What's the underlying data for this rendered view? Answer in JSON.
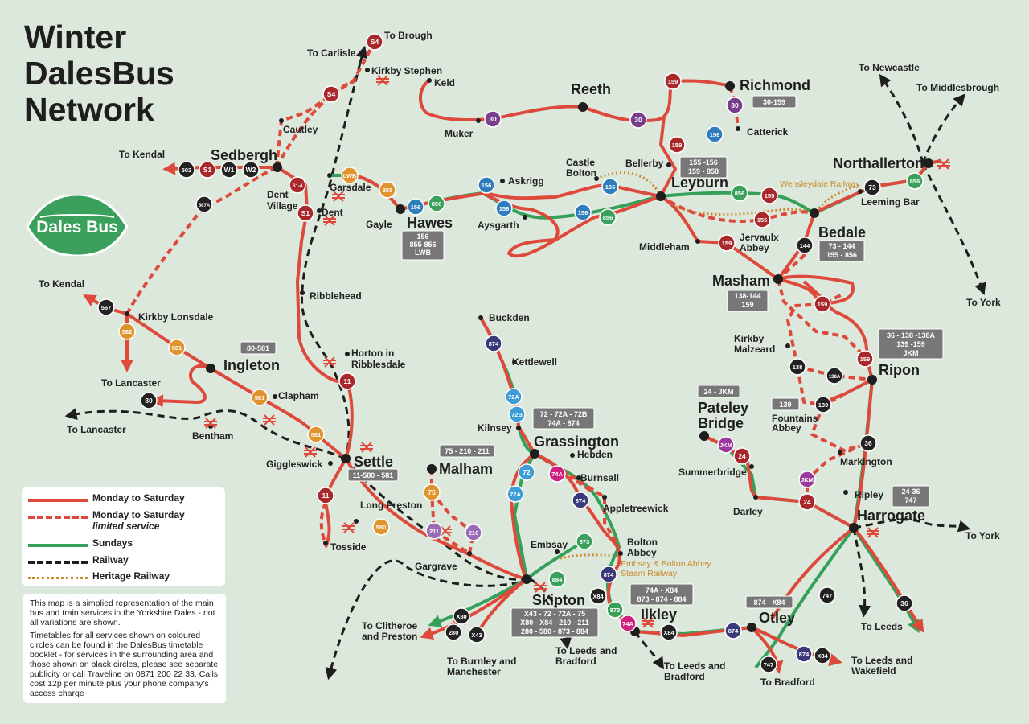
{
  "title": {
    "line1": "Winter",
    "line2": "DalesBus",
    "line3": "Network"
  },
  "logo": {
    "text": "Dales Bus"
  },
  "colors": {
    "background": "#dde8dc",
    "weekday_line": "#dd4a3c",
    "sunday_line": "#34a05a",
    "railway": "#1e1e1e",
    "heritage": "#c98a2a",
    "route_red": "#a8282c",
    "route_orange": "#e0942e",
    "route_blue": "#2f7dbd",
    "route_green": "#3aa05b",
    "route_purple": "#7a3c8c",
    "route_violet": "#9b6cb6",
    "route_magenta": "#d0217f",
    "route_navy": "#3a3878",
    "route_light_blue": "#3e9cd6",
    "route_black": "#222222",
    "route_jkm": "#9b3a9c"
  },
  "legend": {
    "items": [
      {
        "label": "Monday to Saturday",
        "style": "weekday"
      },
      {
        "label": "Monday to Saturday",
        "sub": "limited service",
        "style": "weekday_limited"
      },
      {
        "label": "Sundays",
        "style": "sunday"
      },
      {
        "label": "Railway",
        "style": "railway"
      },
      {
        "label": "Heritage Railway",
        "style": "heritage"
      }
    ]
  },
  "note": {
    "para1": "This map is a simplied representation of the main bus and train services in the Yorkshire Dales - not all variations are shown.",
    "para2": "Timetables for all services shown on coloured circles can be found in the DalesBus timetable booklet - for services in the surrounding area and those shown on black circles, please see separate publicity or call Traveline on 0871 200 22 33. Calls cost 12p per minute plus your phone company's access charge"
  },
  "towns": {
    "sedbergh": "Sedbergh",
    "reeth": "Reeth",
    "richmond": "Richmond",
    "leyburn": "Leyburn",
    "northallerton": "Northallerton",
    "hawes": "Hawes",
    "bedale": "Bedale",
    "masham": "Masham",
    "ripon": "Ripon",
    "ingleton": "Ingleton",
    "settle": "Settle",
    "malham": "Malham",
    "grassington": "Grassington",
    "pateley": "Pateley",
    "bridge": "Bridge",
    "harrogate": "Harrogate",
    "skipton": "Skipton",
    "ilkley": "Ilkley",
    "otley": "Otley"
  },
  "places": {
    "to_brough": "To Brough",
    "to_carlisle": "To Carlisle",
    "kirkby_stephen": "Kirkby Stephen",
    "keld": "Keld",
    "muker": "Muker",
    "catterick": "Catterick",
    "cautley": "Cautley",
    "to_kendal_1": "To Kendal",
    "dent_village_1": "Dent",
    "dent_village_2": "Village",
    "dent": "Dent",
    "garsdale": "Garsdale",
    "gayle": "Gayle",
    "askrigg": "Askrigg",
    "aysgarth": "Aysgarth",
    "castle": "Castle",
    "bolton": "Bolton",
    "bellerby": "Bellerby",
    "wensleydale_rly": "Wensleydale Railway",
    "leeming_bar": "Leeming Bar",
    "to_newcastle": "To Newcastle",
    "to_middlesbrough": "To Middlesbrough",
    "middleham": "Middleham",
    "jervaulx_1": "Jervaulx",
    "jervaulx_2": "Abbey",
    "to_york_1": "To York",
    "to_kendal_2": "To Kendal",
    "kirkby_lonsdale": "Kirkby Lonsdale",
    "ribblehead": "Ribblehead",
    "buckden": "Buckden",
    "kettlewell": "Kettlewell",
    "horton_1": "Horton in",
    "horton_2": "Ribblesdale",
    "kirkby_malzeard_1": "Kirkby",
    "kirkby_malzeard_2": "Malzeard",
    "to_lancaster_1": "To Lancaster",
    "clapham": "Clapham",
    "to_lancaster_2": "To Lancaster",
    "bentham": "Bentham",
    "kilnsey": "Kilnsey",
    "fountains_1": "Fountains",
    "fountains_2": "Abbey",
    "hebden": "Hebden",
    "giggleswick": "Giggleswick",
    "burnsall": "Burnsall",
    "summerbridge": "Summerbridge",
    "markington": "Markington",
    "long_preston": "Long Preston",
    "appletreewick": "Appletreewick",
    "darley": "Darley",
    "ripley": "Ripley",
    "to_york_2": "To York",
    "tosside": "Tosside",
    "embsay": "Embsay",
    "bolton_abbey_1": "Bolton",
    "bolton_abbey_2": "Abbey",
    "gargrave": "Gargrave",
    "embsay_rly_1": "Embsay & Bolton Abbey",
    "embsay_rly_2": "Steam Railway",
    "to_clitheroe_1": "To Clitheroe",
    "to_clitheroe_2": "and Preston",
    "to_burnley_1": "To Burnley and",
    "to_burnley_2": "Manchester",
    "to_leeds_b_1": "To Leeds and",
    "to_leeds_b_2": "Bradford",
    "to_leeds_b2_1": "To Leeds and",
    "to_leeds_b2_2": "Bradford",
    "to_bradford": "To Bradford",
    "to_leeds_w_1": "To Leeds and",
    "to_leeds_w_2": "Wakefield",
    "to_leeds": "To Leeds"
  },
  "info_boxes": {
    "richmond": [
      "30-159"
    ],
    "leyburn": [
      "155 -156",
      "159 - 858"
    ],
    "hawes": [
      "156",
      "855-856",
      "LWB"
    ],
    "bedale": [
      "73 - 144",
      "155 - 856"
    ],
    "masham": [
      "138-144",
      "159"
    ],
    "ripon": [
      "36 - 138 -138A",
      "139 -159",
      "JKM"
    ],
    "ingleton": [
      "80-581"
    ],
    "pateley": [
      "24 - JKM"
    ],
    "fountains": [
      "139"
    ],
    "grassington": [
      "72 - 72A - 72B",
      "74A - 874"
    ],
    "malham": [
      "75 - 210 - 211"
    ],
    "settle": [
      "11-580 - 581"
    ],
    "harrogate": [
      "24-36",
      "747"
    ],
    "skipton": [
      "X43 - 72 - 72A - 75",
      "X80 - X84 - 210 - 211",
      "280 - 580 - 873 - 884"
    ],
    "ilkley": [
      "74A - X84",
      "873 - 874 - 884"
    ],
    "otley": [
      "874 - X84"
    ]
  },
  "routes": {
    "s4a": "S4",
    "s4b": "S4",
    "r502": "502",
    "s1a": "S1",
    "w1": "W1",
    "w2": "W2",
    "s14": "S1-4",
    "s1b": "S1",
    "r567a": "567A",
    "r30a": "30",
    "r30b": "30",
    "r30c": "30",
    "r159a": "159",
    "r159b": "159",
    "r156a": "156",
    "r155a": "155",
    "r155b": "155",
    "r856a": "856",
    "r856b": "856",
    "r856c": "856",
    "r856d": "856",
    "lwb": "LWB",
    "r855": "855",
    "r156b": "156",
    "r156c": "156",
    "r156d": "156",
    "r156e": "156",
    "r156f": "156",
    "r73": "73",
    "r159c": "159",
    "r144": "144",
    "r159d": "159",
    "r159e": "159",
    "r567": "567",
    "r582": "582",
    "r874a": "874",
    "r581a": "581",
    "r581b": "581",
    "r80": "80",
    "r138": "138",
    "r138a": "138A",
    "r139": "139",
    "r11a": "11",
    "r72a": "72A",
    "r72b": "72B",
    "r581c": "581",
    "r36a": "36",
    "r75": "75",
    "r72": "72",
    "r74a": "74A",
    "r72a2": "72A",
    "r24a": "24",
    "jkm1": "JKM",
    "jkm2": "JKM",
    "r24b": "24",
    "r874b": "874",
    "r11b": "11",
    "r580": "580",
    "r211": "211",
    "r210": "210",
    "r873a": "873",
    "r874c": "874",
    "r884": "884",
    "rx84a": "X84",
    "r873b": "873",
    "r74a2": "74A",
    "rx84b": "X84",
    "r874d": "874",
    "r747a": "747",
    "r36b": "36",
    "rx80": "X80",
    "r280": "280",
    "rx43": "X43",
    "r747b": "747",
    "r874e": "874",
    "rx84c": "X84"
  }
}
